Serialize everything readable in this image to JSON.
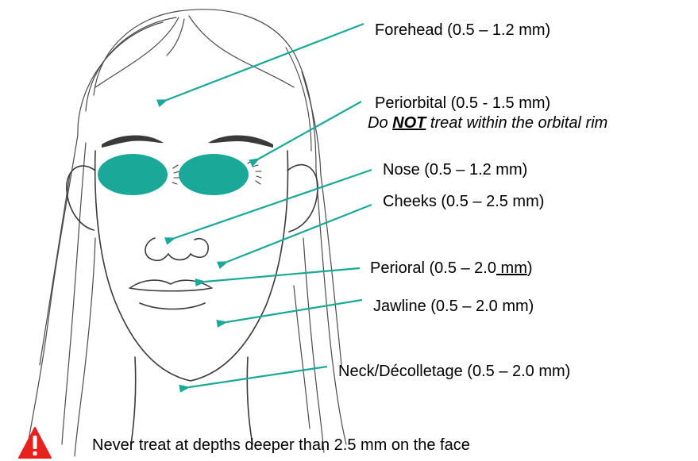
{
  "colors": {
    "accent": "#1aa899",
    "warning": "#e8201e",
    "line": "#3a3a3a",
    "text": "#000000"
  },
  "zones": [
    {
      "id": "forehead",
      "label": "Forehead (0.5 – 1.2 mm)"
    },
    {
      "id": "periorbital",
      "label": "Periorbital (0.5 - 1.5 mm)",
      "warning_prefix": "Do ",
      "warning_emphasis": "NOT",
      "warning_suffix": " treat within the orbital rim"
    },
    {
      "id": "nose",
      "label": "Nose (0.5 – 1.2 mm)"
    },
    {
      "id": "cheeks",
      "label": "Cheeks (0.5 – 2.5 mm)"
    },
    {
      "id": "perioral",
      "label_main": "Perioral (0.5 – 2.0",
      "label_unit": " mm",
      "label_end": ")"
    },
    {
      "id": "jawline",
      "label": "Jawline (0.5 – 2.0 mm)"
    },
    {
      "id": "neck",
      "label": "Neck/Décolletage (0.5 – 2.0 mm)"
    }
  ],
  "footer": {
    "icon": "warning-triangle-icon",
    "text": "Never treat at depths deeper than 2.5 mm on the face"
  }
}
